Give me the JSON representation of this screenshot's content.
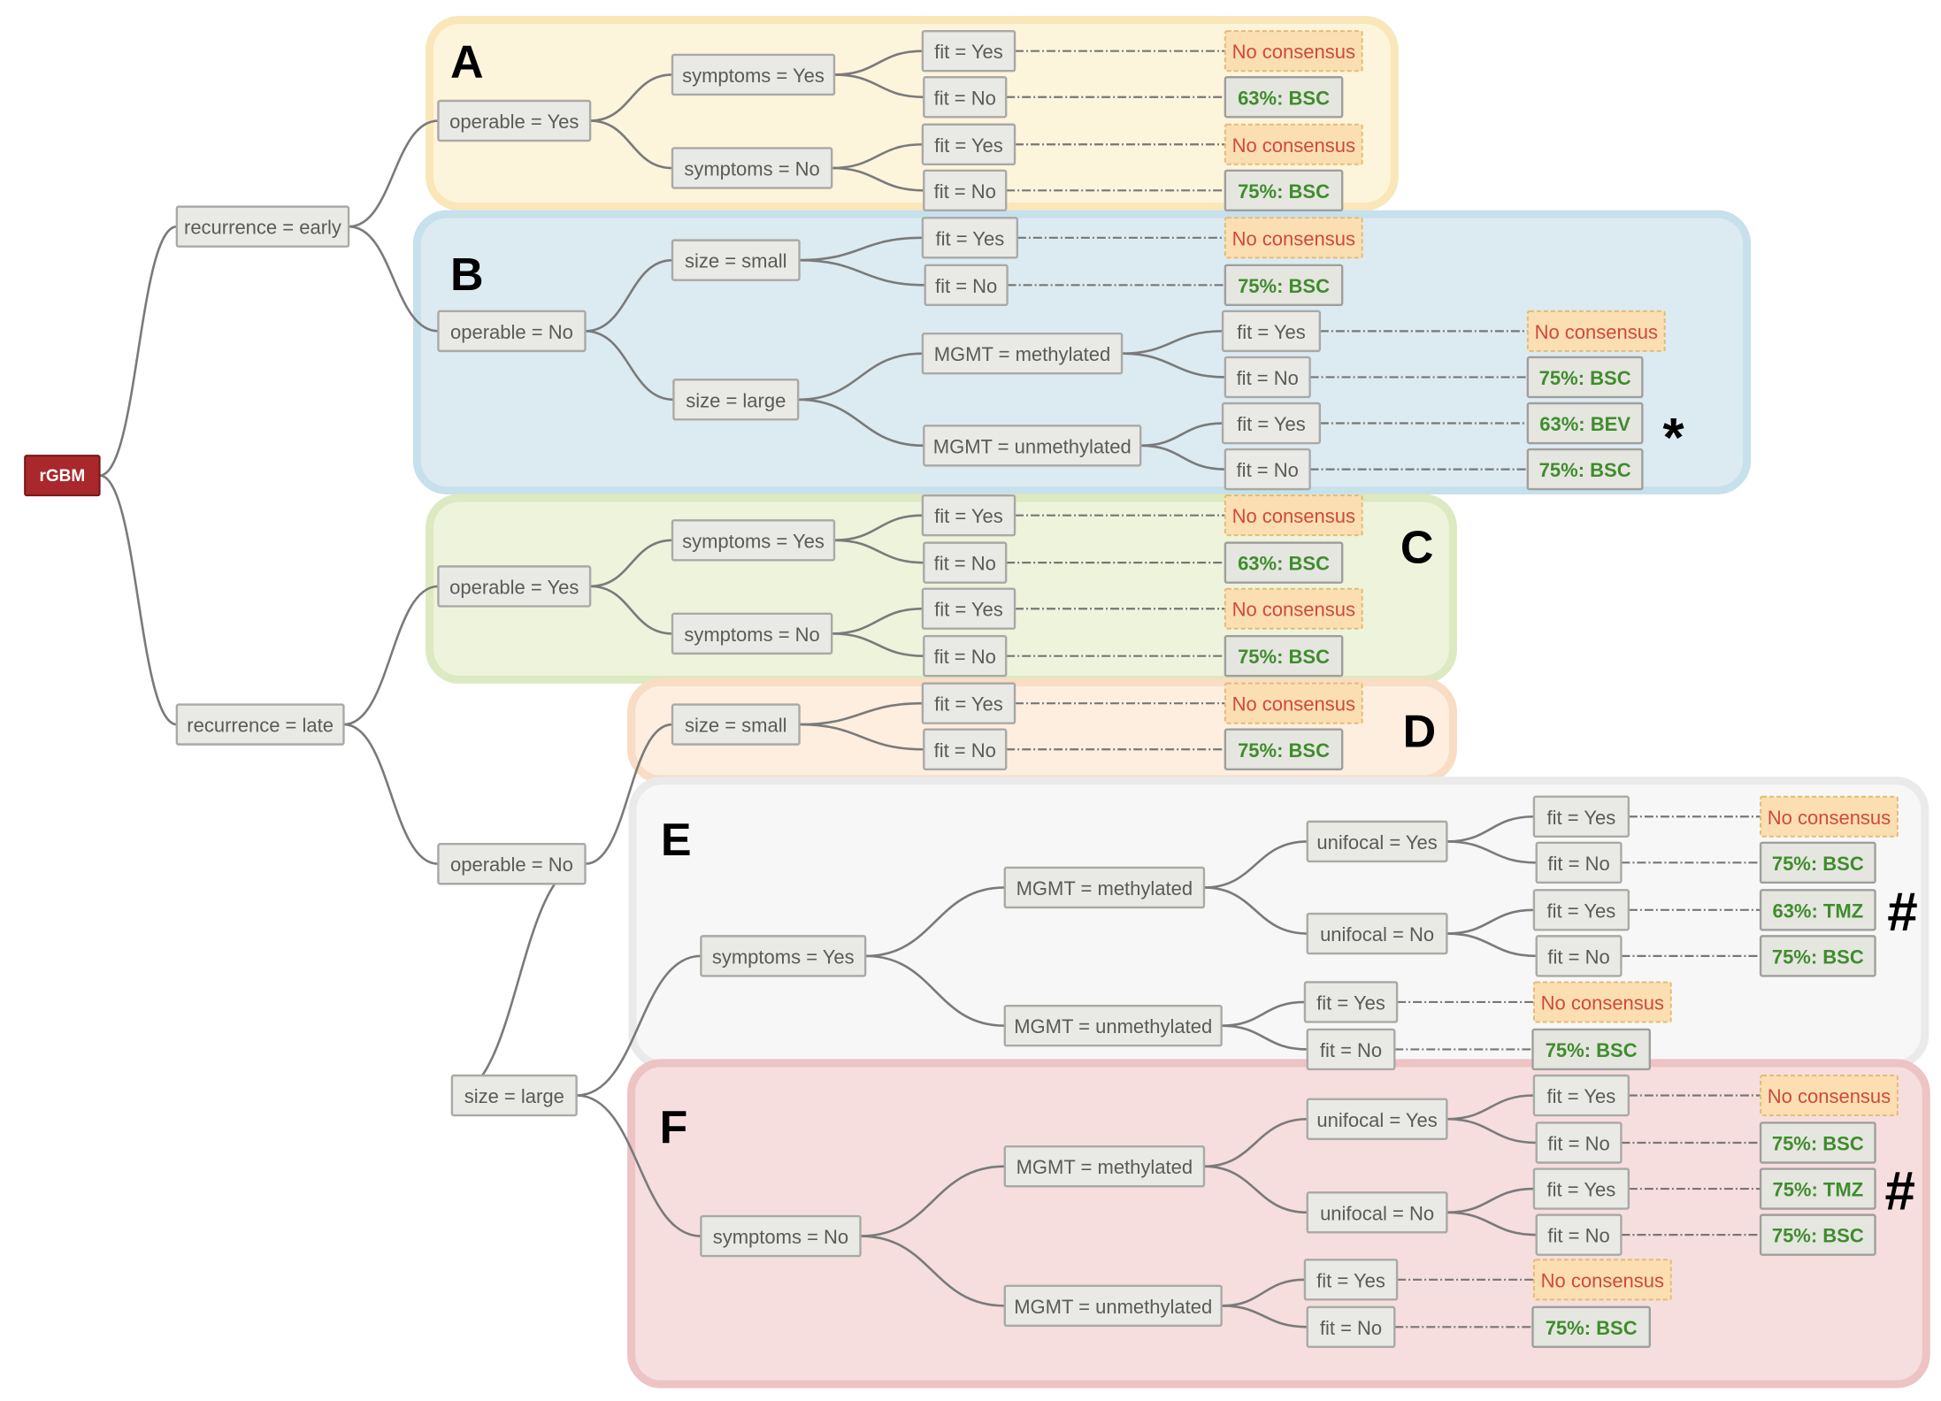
{
  "root": "rGBM",
  "regions": [
    {
      "id": "A",
      "label": "A",
      "color": "#fdf4dc"
    },
    {
      "id": "B",
      "label": "B",
      "color": "#dcebf1"
    },
    {
      "id": "C",
      "label": "C",
      "color": "#eef3dc"
    },
    {
      "id": "D",
      "label": "D",
      "color": "#fdeee0"
    },
    {
      "id": "E",
      "label": "E",
      "color": "#f7f7f7"
    },
    {
      "id": "F",
      "label": "F",
      "color": "#f6dede"
    }
  ],
  "nodes": [
    {
      "id": "rGBM",
      "label": "rGBM",
      "kind": "root"
    },
    {
      "id": "rec_early",
      "label": "recurrence = early",
      "parent": "rGBM"
    },
    {
      "id": "rec_late",
      "label": "recurrence = late",
      "parent": "rGBM"
    },
    {
      "id": "e_opY",
      "label": "operable = Yes",
      "parent": "rec_early"
    },
    {
      "id": "e_opN",
      "label": "operable = No",
      "parent": "rec_early"
    },
    {
      "id": "a_symY",
      "label": "symptoms = Yes",
      "parent": "e_opY"
    },
    {
      "id": "a_symN",
      "label": "symptoms = No",
      "parent": "e_opY"
    },
    {
      "id": "a1_fitY",
      "label": "fit = Yes",
      "parent": "a_symY"
    },
    {
      "id": "a1_fitN",
      "label": "fit = No",
      "parent": "a_symY"
    },
    {
      "id": "a2_fitY",
      "label": "fit = Yes",
      "parent": "a_symN"
    },
    {
      "id": "a2_fitN",
      "label": "fit = No",
      "parent": "a_symN"
    },
    {
      "id": "a1_l1",
      "label": "No consensus",
      "parent": "a1_fitY",
      "kind": "no_consensus"
    },
    {
      "id": "a1_l2",
      "label": "63%: BSC",
      "parent": "a1_fitN",
      "kind": "recommendation"
    },
    {
      "id": "a2_l1",
      "label": "No consensus",
      "parent": "a2_fitY",
      "kind": "no_consensus"
    },
    {
      "id": "a2_l2",
      "label": "75%: BSC",
      "parent": "a2_fitN",
      "kind": "recommendation"
    },
    {
      "id": "b_sizeS",
      "label": "size = small",
      "parent": "e_opN"
    },
    {
      "id": "b_sizeL",
      "label": "size = large",
      "parent": "e_opN"
    },
    {
      "id": "b1_fitY",
      "label": "fit = Yes",
      "parent": "b_sizeS"
    },
    {
      "id": "b1_fitN",
      "label": "fit = No",
      "parent": "b_sizeS"
    },
    {
      "id": "b1_l1",
      "label": "No consensus",
      "parent": "b1_fitY",
      "kind": "no_consensus"
    },
    {
      "id": "b1_l2",
      "label": "75%: BSC",
      "parent": "b1_fitN",
      "kind": "recommendation"
    },
    {
      "id": "b_mgmtM",
      "label": "MGMT = methylated",
      "parent": "b_sizeL"
    },
    {
      "id": "b_mgmtU",
      "label": "MGMT = unmethylated",
      "parent": "b_sizeL"
    },
    {
      "id": "b2_fitY",
      "label": "fit = Yes",
      "parent": "b_mgmtM"
    },
    {
      "id": "b2_fitN",
      "label": "fit = No",
      "parent": "b_mgmtM"
    },
    {
      "id": "b3_fitY",
      "label": "fit = Yes",
      "parent": "b_mgmtU"
    },
    {
      "id": "b3_fitN",
      "label": "fit = No",
      "parent": "b_mgmtU"
    },
    {
      "id": "b2_l1",
      "label": "No consensus",
      "parent": "b2_fitY",
      "kind": "no_consensus"
    },
    {
      "id": "b2_l2",
      "label": "75%: BSC",
      "parent": "b2_fitN",
      "kind": "recommendation"
    },
    {
      "id": "b3_l1",
      "label": "63%: BEV",
      "parent": "b3_fitY",
      "kind": "recommendation",
      "marker": "*"
    },
    {
      "id": "b3_l2",
      "label": "75%: BSC",
      "parent": "b3_fitN",
      "kind": "recommendation"
    },
    {
      "id": "l_opY",
      "label": "operable = Yes",
      "parent": "rec_late"
    },
    {
      "id": "l_opN",
      "label": "operable = No",
      "parent": "rec_late"
    },
    {
      "id": "c_symY",
      "label": "symptoms = Yes",
      "parent": "l_opY"
    },
    {
      "id": "c_symN",
      "label": "symptoms = No",
      "parent": "l_opY"
    },
    {
      "id": "c1_fitY",
      "label": "fit = Yes",
      "parent": "c_symY"
    },
    {
      "id": "c1_fitN",
      "label": "fit = No",
      "parent": "c_symY"
    },
    {
      "id": "c2_fitY",
      "label": "fit = Yes",
      "parent": "c_symN"
    },
    {
      "id": "c2_fitN",
      "label": "fit = No",
      "parent": "c_symN"
    },
    {
      "id": "c1_l1",
      "label": "No consensus",
      "parent": "c1_fitY",
      "kind": "no_consensus"
    },
    {
      "id": "c1_l2",
      "label": "63%: BSC",
      "parent": "c1_fitN",
      "kind": "recommendation"
    },
    {
      "id": "c2_l1",
      "label": "No consensus",
      "parent": "c2_fitY",
      "kind": "no_consensus"
    },
    {
      "id": "c2_l2",
      "label": "75%: BSC",
      "parent": "c2_fitN",
      "kind": "recommendation"
    },
    {
      "id": "d_sizeS",
      "label": "size = small",
      "parent": "l_opN"
    },
    {
      "id": "d_sizeL",
      "label": "size = large",
      "parent": "l_opN"
    },
    {
      "id": "d1_fitY",
      "label": "fit = Yes",
      "parent": "d_sizeS"
    },
    {
      "id": "d1_fitN",
      "label": "fit = No",
      "parent": "d_sizeS"
    },
    {
      "id": "d1_l1",
      "label": "No consensus",
      "parent": "d1_fitY",
      "kind": "no_consensus"
    },
    {
      "id": "d1_l2",
      "label": "75%: BSC",
      "parent": "d1_fitN",
      "kind": "recommendation"
    },
    {
      "id": "e_symY",
      "label": "symptoms = Yes",
      "parent": "d_sizeL"
    },
    {
      "id": "e_mgmtM",
      "label": "MGMT = methylated",
      "parent": "e_symY"
    },
    {
      "id": "e_mgmtU",
      "label": "MGMT = unmethylated",
      "parent": "e_symY"
    },
    {
      "id": "e_uniY",
      "label": "unifocal = Yes",
      "parent": "e_mgmtM"
    },
    {
      "id": "e_uniN",
      "label": "unifocal = No",
      "parent": "e_mgmtM"
    },
    {
      "id": "e1_fitY",
      "label": "fit = Yes",
      "parent": "e_uniY"
    },
    {
      "id": "e1_fitN",
      "label": "fit = No",
      "parent": "e_uniY"
    },
    {
      "id": "e2_fitY",
      "label": "fit = Yes",
      "parent": "e_uniN"
    },
    {
      "id": "e2_fitN",
      "label": "fit = No",
      "parent": "e_uniN"
    },
    {
      "id": "e3_fitY",
      "label": "fit = Yes",
      "parent": "e_mgmtU"
    },
    {
      "id": "e3_fitN",
      "label": "fit = No",
      "parent": "e_mgmtU"
    },
    {
      "id": "e1_l1",
      "label": "No consensus",
      "parent": "e1_fitY",
      "kind": "no_consensus"
    },
    {
      "id": "e1_l2",
      "label": "75%: BSC",
      "parent": "e1_fitN",
      "kind": "recommendation"
    },
    {
      "id": "e2_l1",
      "label": "63%: TMZ",
      "parent": "e2_fitY",
      "kind": "recommendation",
      "marker": "#"
    },
    {
      "id": "e2_l2",
      "label": "75%: BSC",
      "parent": "e2_fitN",
      "kind": "recommendation"
    },
    {
      "id": "e3_l1",
      "label": "No consensus",
      "parent": "e3_fitY",
      "kind": "no_consensus"
    },
    {
      "id": "e3_l2",
      "label": "75%: BSC",
      "parent": "e3_fitN",
      "kind": "recommendation"
    },
    {
      "id": "f_symN",
      "label": "symptoms = No",
      "parent": "d_sizeL"
    },
    {
      "id": "f_mgmtM",
      "label": "MGMT = methylated",
      "parent": "f_symN"
    },
    {
      "id": "f_mgmtU",
      "label": "MGMT = unmethylated",
      "parent": "f_symN"
    },
    {
      "id": "f_uniY",
      "label": "unifocal = Yes",
      "parent": "f_mgmtM"
    },
    {
      "id": "f_uniN",
      "label": "unifocal = No",
      "parent": "f_mgmtM"
    },
    {
      "id": "f1_fitY",
      "label": "fit = Yes",
      "parent": "f_uniY"
    },
    {
      "id": "f1_fitN",
      "label": "fit = No",
      "parent": "f_uniY"
    },
    {
      "id": "f2_fitY",
      "label": "fit = Yes",
      "parent": "f_uniN"
    },
    {
      "id": "f2_fitN",
      "label": "fit = No",
      "parent": "f_uniN"
    },
    {
      "id": "f3_fitY",
      "label": "fit = Yes",
      "parent": "f_mgmtU"
    },
    {
      "id": "f3_fitN",
      "label": "fit = No",
      "parent": "f_mgmtU"
    },
    {
      "id": "f1_l1",
      "label": "No consensus",
      "parent": "f1_fitY",
      "kind": "no_consensus"
    },
    {
      "id": "f1_l2",
      "label": "75%: BSC",
      "parent": "f1_fitN",
      "kind": "recommendation"
    },
    {
      "id": "f2_l1",
      "label": "75%: TMZ",
      "parent": "f2_fitY",
      "kind": "recommendation",
      "marker": "#"
    },
    {
      "id": "f2_l2",
      "label": "75%: BSC",
      "parent": "f2_fitN",
      "kind": "recommendation"
    },
    {
      "id": "f3_l1",
      "label": "No consensus",
      "parent": "f3_fitY",
      "kind": "no_consensus"
    },
    {
      "id": "f3_l2",
      "label": "75%: BSC",
      "parent": "f3_fitN",
      "kind": "recommendation"
    }
  ]
}
